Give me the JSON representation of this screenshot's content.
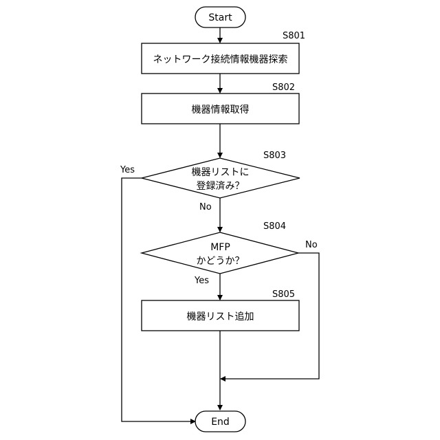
{
  "terminals": {
    "start": "Start",
    "end": "End"
  },
  "steps": {
    "s801": {
      "label": "S801",
      "text": "ネットワーク接続情報機器探索"
    },
    "s802": {
      "label": "S802",
      "text": "機器情報取得"
    },
    "s803": {
      "label": "S803",
      "line1": "機器リストに",
      "line2": "登録済み？"
    },
    "s804": {
      "label": "S804",
      "line1": "MFP",
      "line2": "かどうか？"
    },
    "s805": {
      "label": "S805",
      "text": "機器リスト追加"
    }
  },
  "branches": {
    "s803_yes": "Yes",
    "s803_no": "No",
    "s804_yes": "Yes",
    "s804_no": "No"
  }
}
